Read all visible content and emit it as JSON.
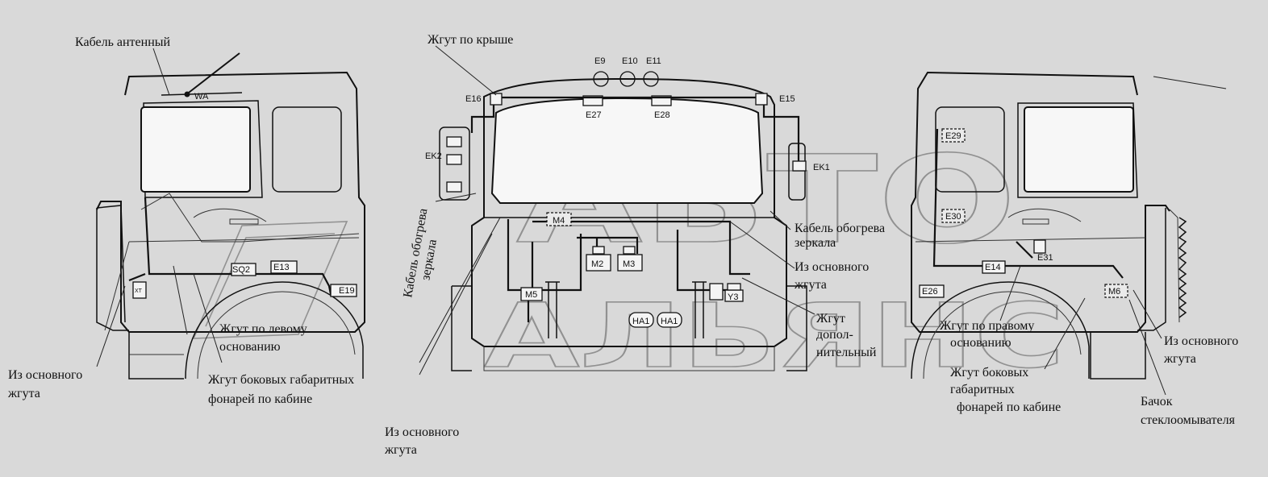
{
  "labels": {
    "antenna_cable": "Кабель антенный",
    "roof_harness": "Жгут по крыше",
    "mirror_heat_left_1": "Кабель обогрева",
    "mirror_heat_left_2": "зеркала",
    "mirror_heat_right_1": "Кабель обогрева",
    "mirror_heat_right_2": "зеркала",
    "main_center_1": "Из основного",
    "main_center_2": "жгута",
    "main_right_mid_1": "Из основного",
    "main_right_mid_2": "жгута",
    "extra_harness_1": "Жгут",
    "extra_harness_2": "допол-",
    "extra_harness_3": "нительный",
    "main_left_1": "Из основного",
    "main_left_2": "жгута",
    "left_base_1": "Жгут по левому",
    "left_base_2": "основанию",
    "side_lamps_left_1": "Жгут боковых габаритных",
    "side_lamps_left_2": "фонарей по кабине",
    "main_bottom_1": "Из основного",
    "main_bottom_2": "жгута",
    "right_base_1": "Жгут по правому",
    "right_base_2": "основанию",
    "side_lamps_right_1": "Жгут боковых",
    "side_lamps_right_2": "габаритных",
    "side_lamps_right_3": "фонарей по кабине",
    "main_far_right_1": "Из основного",
    "main_far_right_2": "жгута",
    "washer_1": "Бачок",
    "washer_2": "стеклоомывателя"
  },
  "components": {
    "wa": "WA",
    "e9": "E9",
    "e10": "E10",
    "e11": "E11",
    "e15": "E15",
    "e16": "E16",
    "e27": "E27",
    "e28": "E28",
    "ek1": "EK1",
    "ek2": "EK2",
    "m4": "M4",
    "m2": "M2",
    "m3": "M3",
    "m5": "M5",
    "ha1_a": "HA1",
    "ha1_b": "HA1",
    "y3": "Y3",
    "sq2": "SQ2",
    "e13": "E13",
    "e19": "E19",
    "e29": "E29",
    "e30": "E30",
    "e31": "E31",
    "e14": "E14",
    "e26": "E26",
    "m6": "M6",
    "xt": "XT"
  },
  "watermark": {
    "line1": "АВТО",
    "line2": "АЛЬЯНС"
  }
}
